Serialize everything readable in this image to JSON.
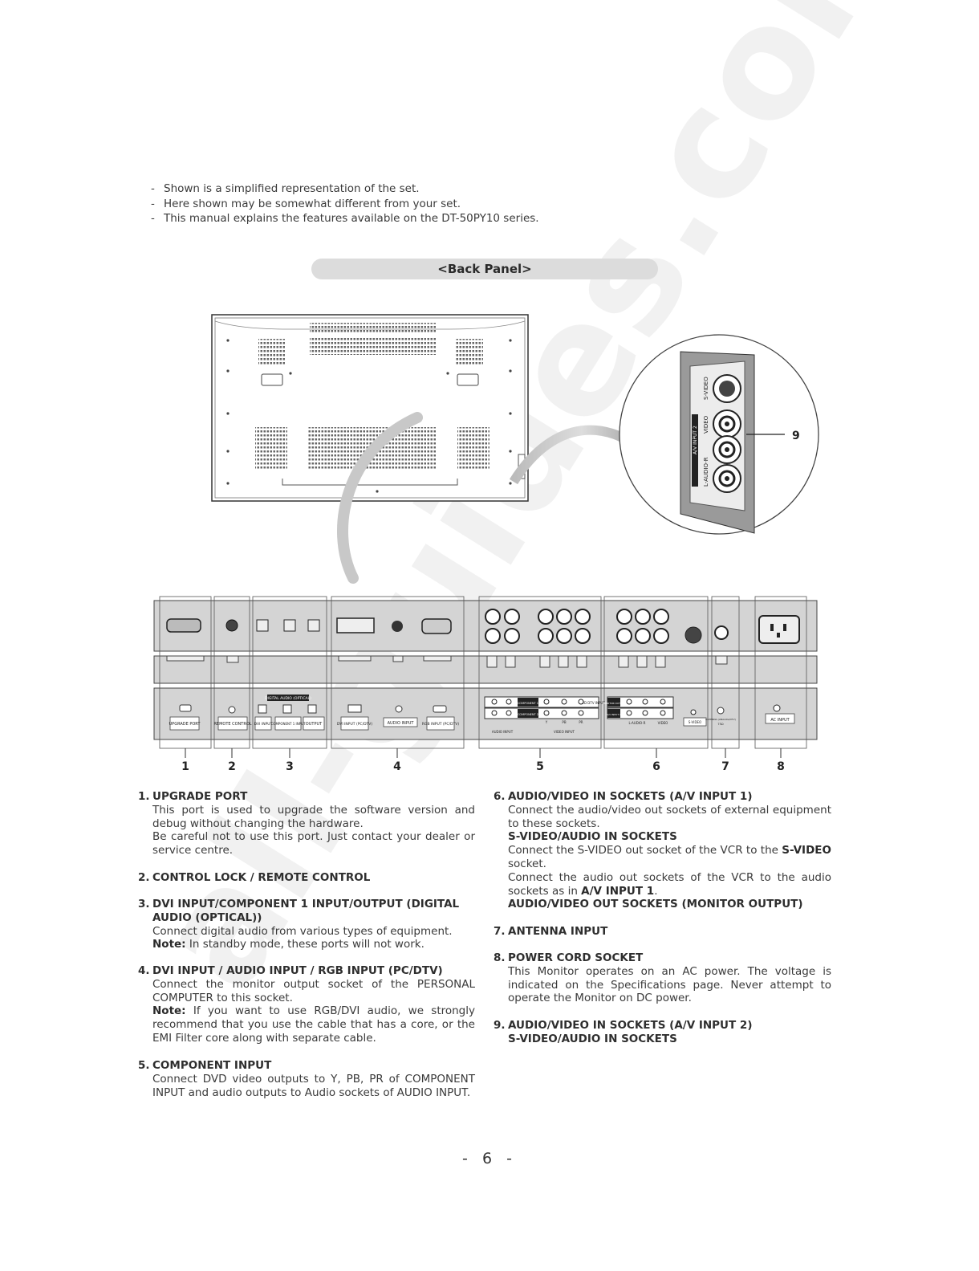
{
  "notes": [
    "Shown is a simplified representation of the set.",
    "Here shown may be somewhat different from your set.",
    "This manual explains the features available on the DT-50PY10 series."
  ],
  "panel_title": "<Back Panel>",
  "callout_number": "9",
  "callout_labels": {
    "svideo": "S-VIDEO",
    "video": "VIDEO",
    "audio": "L-AUDIO-R",
    "av_input": "A/V INPUT 2"
  },
  "watermark": "all-guides.com",
  "panel_labels": {
    "upgrade_port": "UPGRADE PORT",
    "remote_control": "REMOTE CONTROL",
    "digital_audio": "DIGITAL AUDIO (OPTICAL)",
    "dvi_input": "DVI INPUT",
    "component1_input": "COMPONENT 1 INPUT",
    "output": "OUTPUT",
    "dvi_input_pcdtv": "DVI INPUT (PC/DTV)",
    "audio_input": "AUDIO INPUT",
    "rgb_input": "RGB INPUT (PC/DTV)",
    "component1": "COMPONENT 1",
    "component2": "COMPONENT 2",
    "dvd_dtv_input": "DVD DTV INPUT",
    "audio_input_small": "AUDIO INPUT",
    "video_input": "VIDEO INPUT",
    "y": "Y",
    "pb": "PB",
    "pr": "PR",
    "monitor_output": "MONITOR OUTPUT",
    "av_input1": "A/V INPUT 1",
    "audio_lr": "L-AUDIO-R",
    "video": "VIDEO",
    "s_video": "S-VIDEO",
    "antenna": "ANTENNA (ANALOG/DTV)",
    "antenna_sub": "75Ω",
    "ac_input": "AC INPUT"
  },
  "callouts": [
    "1",
    "2",
    "3",
    "4",
    "5",
    "6",
    "7",
    "8"
  ],
  "sections_left": [
    {
      "num": "1.",
      "title": "UPGRADE PORT",
      "lines": [
        "This port is used to upgrade the software version and debug without changing the hardware.",
        "Be careful not to use this port. Just contact your dealer or service centre."
      ]
    },
    {
      "num": "2.",
      "title": "CONTROL LOCK / REMOTE CONTROL",
      "lines": []
    },
    {
      "num": "3.",
      "title": "DVI INPUT/COMPONENT 1 INPUT/OUTPUT (DIGITAL AUDIO (OPTICAL))",
      "lines": [
        "Connect digital audio from various types of equipment."
      ],
      "note_label": "Note:",
      "note": " In standby mode, these ports will not work."
    },
    {
      "num": "4.",
      "title": "DVI INPUT / AUDIO INPUT / RGB INPUT (PC/DTV)",
      "lines": [
        "Connect the monitor output socket of the PERSONAL COMPUTER to this socket."
      ],
      "note_label": "Note:",
      "note": " If you want to use RGB/DVI audio, we strongly recommend that you use the cable that has a core, or the EMI Filter core along with separate cable."
    },
    {
      "num": "5.",
      "title": "COMPONENT INPUT",
      "lines": [
        "Connect DVD video outputs to Y, PB, PR of COMPONENT INPUT and audio outputs to Audio sockets of AUDIO INPUT."
      ]
    }
  ],
  "sections_right": {
    "s6": {
      "num": "6.",
      "title": "AUDIO/VIDEO IN SOCKETS (A/V INPUT 1)",
      "l1": "Connect the audio/video out sockets of external equipment to these sockets.",
      "sub1": "S-VIDEO/AUDIO IN SOCKETS",
      "l2a": "Connect the S-VIDEO out socket of the VCR to the ",
      "l2b": "S-VIDEO",
      "l2c": " socket.",
      "l3a": "Connect the audio out sockets of the VCR to the audio sockets as in ",
      "l3b": "A/V INPUT 1",
      "l3c": ".",
      "sub2": "AUDIO/VIDEO OUT SOCKETS (MONITOR OUTPUT)"
    },
    "s7": {
      "num": "7.",
      "title": "ANTENNA INPUT"
    },
    "s8": {
      "num": "8.",
      "title": "POWER CORD SOCKET",
      "l1": "This Monitor operates on an AC power. The voltage is indicated on the Specifications page. Never attempt to operate the Monitor on DC power."
    },
    "s9": {
      "num": "9.",
      "title": "AUDIO/VIDEO IN SOCKETS (A/V INPUT 2)",
      "sub1": "S-VIDEO/AUDIO IN SOCKETS"
    }
  },
  "page_number": "- 6 -"
}
